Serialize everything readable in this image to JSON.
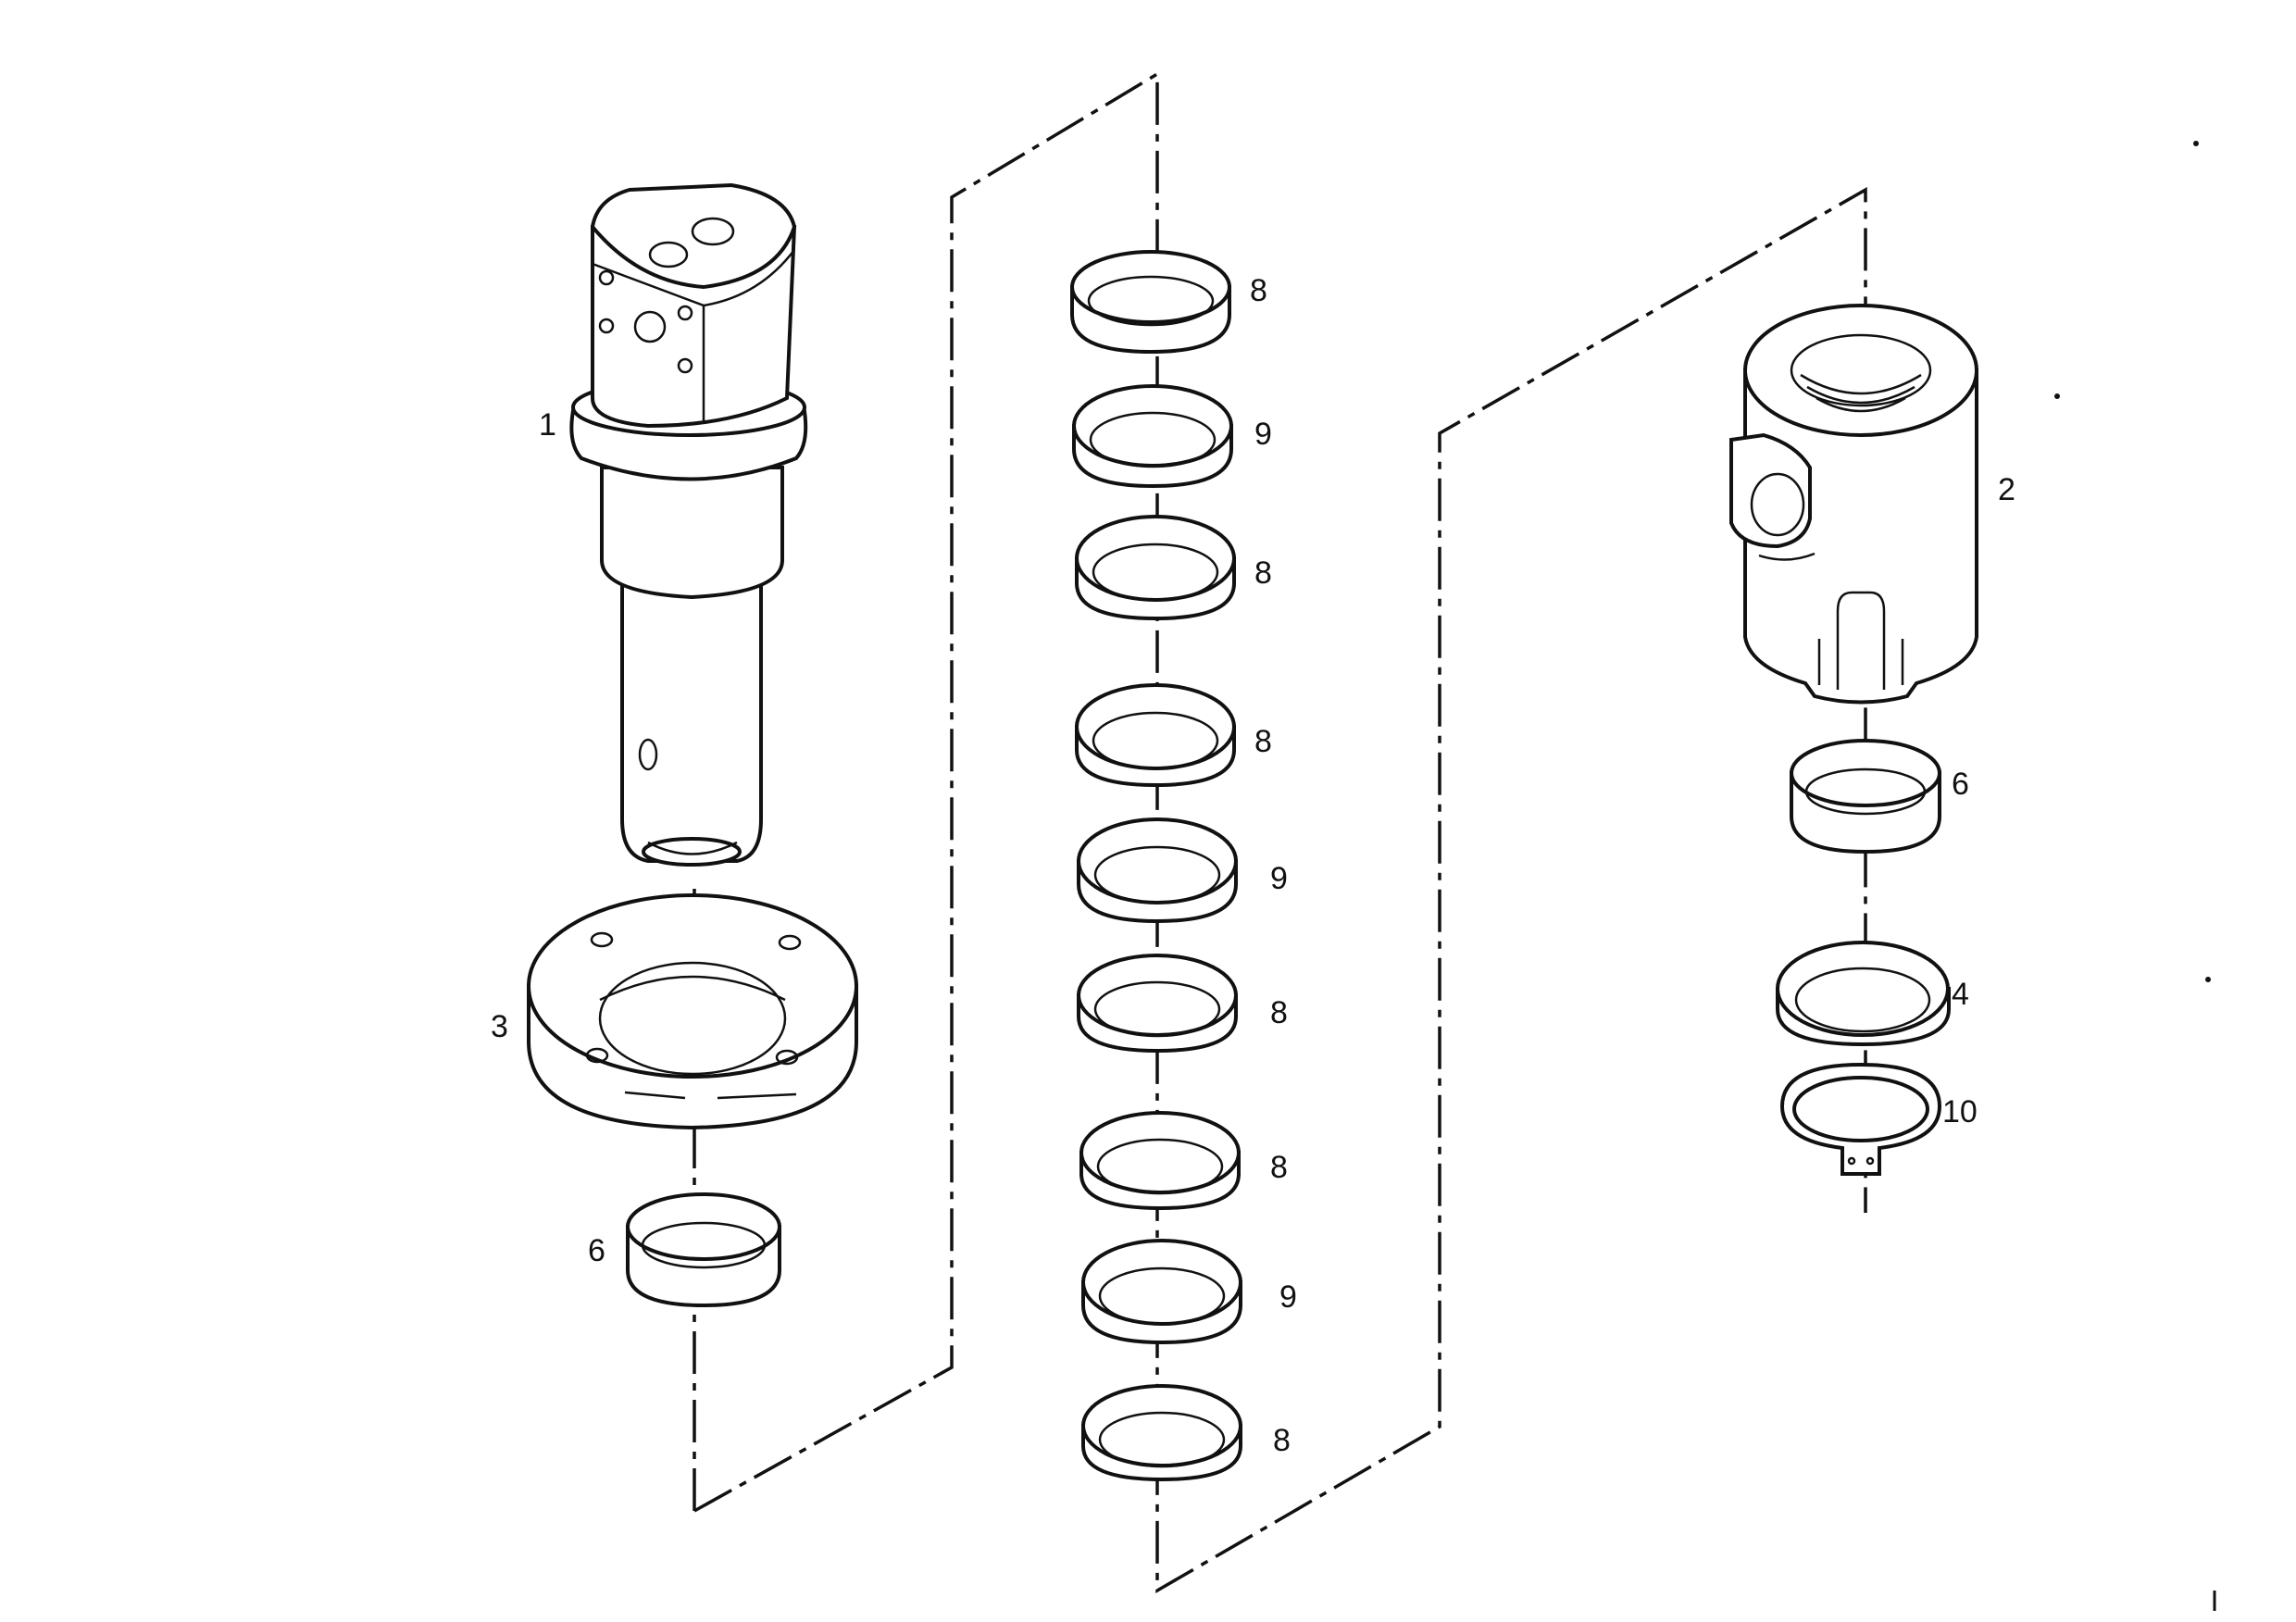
{
  "callouts": {
    "swivel_shaft": "1",
    "swivel_housing": "2",
    "mounting_flange": "3",
    "lower_bushing_left": "6",
    "ring_8_a": "8",
    "ring_9_a": "9",
    "ring_8_b": "8",
    "ring_8_c": "8",
    "ring_9_b": "9",
    "ring_8_d": "8",
    "ring_8_e": "8",
    "ring_9_c": "9",
    "ring_8_f": "8",
    "bushing_right": "6",
    "thrust_washer": "4",
    "snap_ring": "10"
  }
}
